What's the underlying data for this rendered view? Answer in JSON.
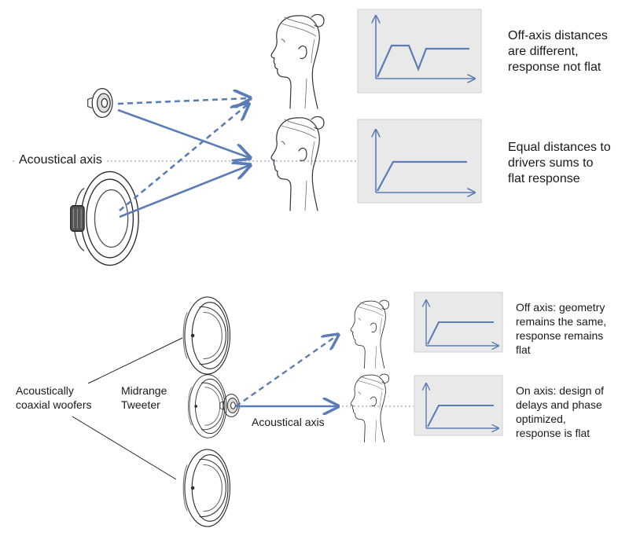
{
  "colors": {
    "arrow": "#5b7db5",
    "graph_bg": "#e9e9e9",
    "graph_border": "#cfcfcf",
    "speaker_line": "#2a2a2a",
    "dotted_axis": "#8fa6cc"
  },
  "top": {
    "axis_label": "Acoustical axis",
    "off_axis_text": "Off-axis distances\nare different,\nresponse not flat",
    "on_axis_text": "Equal distances to\ndrivers sums to\nflat response"
  },
  "bottom": {
    "woofers_label": "Acoustically\ncoaxial woofers",
    "midrange_label": "Midrange",
    "tweeter_label": "Tweeter",
    "axis_label": "Acoustical axis",
    "off_axis_text": "Off axis: geometry\nremains the same,\nresponse remains\nflat",
    "on_axis_text": "On axis: design of\ndelays and phase\noptimized,\nresponse is flat"
  },
  "icons": [
    "tweeter-icon",
    "woofer-icon",
    "head-profile-icon",
    "frequency-response-graph-icon"
  ]
}
